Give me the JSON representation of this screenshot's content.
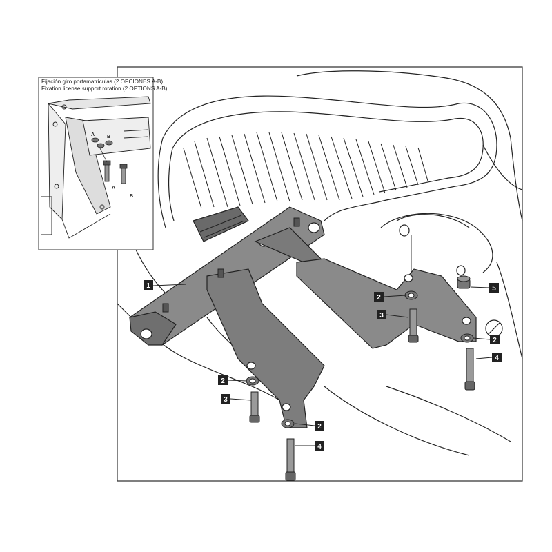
{
  "inset": {
    "title_es": "Fijación giro portamatrículas (2 OPCIONES A-B)",
    "title_en": "Fixation license support rotation (2 OPTIONS A-B)",
    "label_a": "A",
    "label_b": "B"
  },
  "callouts": {
    "c1": "1",
    "c2a": "2",
    "c2b": "2",
    "c2c": "2",
    "c2d": "2",
    "c3a": "3",
    "c3b": "3",
    "c4a": "4",
    "c4b": "4",
    "c5": "5"
  },
  "colors": {
    "line": "#222222",
    "bracket": "#8a8a8a",
    "bracket_dark": "#5f5f5f",
    "frame": "#333333"
  }
}
